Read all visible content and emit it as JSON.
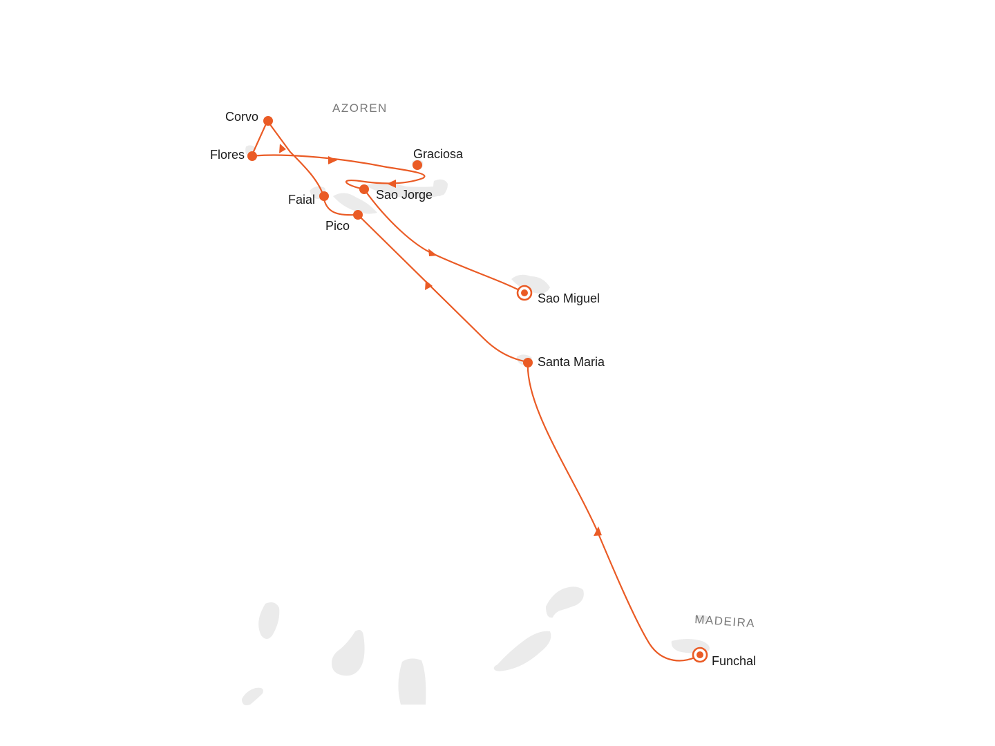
{
  "map": {
    "regions": [
      {
        "key": "azoren",
        "label": "AZOREN"
      },
      {
        "key": "madeira",
        "label": "MADEIRA"
      }
    ],
    "ports": [
      {
        "key": "corvo",
        "label": "Corvo",
        "kind": "stop"
      },
      {
        "key": "flores",
        "label": "Flores",
        "kind": "stop"
      },
      {
        "key": "graciosa",
        "label": "Graciosa",
        "kind": "stop"
      },
      {
        "key": "sao-jorge",
        "label": "Sao Jorge",
        "kind": "stop"
      },
      {
        "key": "faial",
        "label": "Faial",
        "kind": "stop"
      },
      {
        "key": "pico",
        "label": "Pico",
        "kind": "stop"
      },
      {
        "key": "sao-miguel",
        "label": "Sao Miguel",
        "kind": "start-end"
      },
      {
        "key": "santa-maria",
        "label": "Santa Maria",
        "kind": "stop"
      },
      {
        "key": "funchal",
        "label": "Funchal",
        "kind": "start-end"
      }
    ],
    "colors": {
      "route": "#ea5b25",
      "land": "#ebebeb",
      "label": "#1a1a1a",
      "region": "#7a7a7a"
    }
  }
}
